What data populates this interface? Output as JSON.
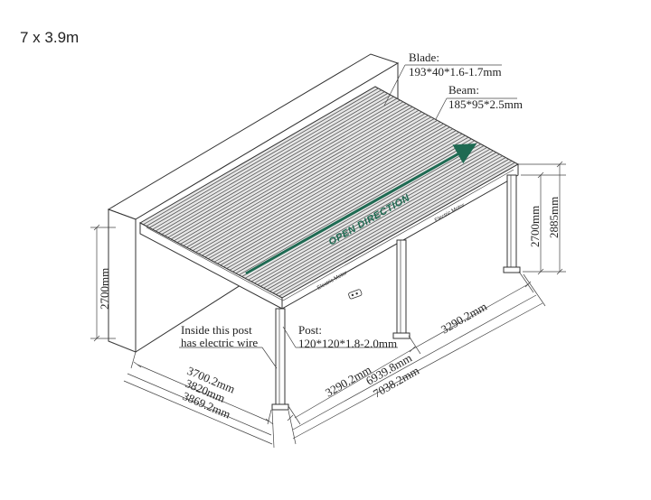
{
  "title": "7 x 3.9m",
  "callouts": {
    "blade_name": "Blade:",
    "blade_spec": "193*40*1.6-1.7mm",
    "beam_name": "Beam:",
    "beam_spec": "185*95*2.5mm",
    "post_name": "Post:",
    "post_spec": "120*120*1.8-2.0mm",
    "wire_line1": "Inside this post",
    "wire_line2": "has electric wire"
  },
  "roof": {
    "open_direction": "OPEN DIRECTION",
    "motor_label_1": "Electric Motor",
    "motor_label_2": "Electric Motor",
    "arrow_color": "#1e6a52"
  },
  "dimensions": {
    "wall_height": "2700mm",
    "post_height": "2700mm",
    "total_height": "2885mm",
    "depth_inner": "3700.2mm",
    "depth_mid": "3820mm",
    "depth_outer": "3869.2mm",
    "span_left": "3290.2mm",
    "span_right": "3290.2mm",
    "length_inner": "6939.8mm",
    "length_outer": "7038.2mm"
  }
}
